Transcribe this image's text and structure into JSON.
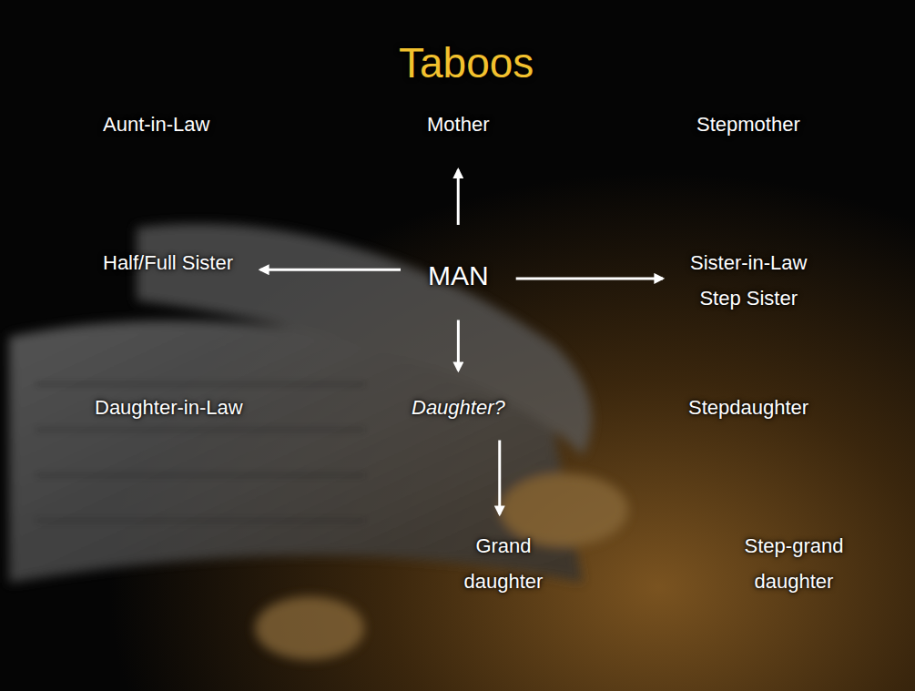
{
  "diagram": {
    "title": "Taboos",
    "nodes": [
      {
        "text": [
          "Mother"
        ]
      },
      {
        "text": [
          "Half/Full Sister"
        ]
      },
      {
        "text": [
          "MAN"
        ]
      },
      {
        "text": [
          "Sister-in-Law",
          "Step Sister"
        ]
      },
      {
        "text": [
          "Daughter?"
        ]
      },
      {
        "text": [
          "Grand daughter"
        ]
      }
    ],
    "edges": [
      {
        "from": 2,
        "to": 0,
        "arrow": "to"
      },
      {
        "from": 2,
        "to": 1,
        "arrow": "to"
      },
      {
        "from": 2,
        "to": 3,
        "arrow": "to"
      },
      {
        "from": 2,
        "to": 4,
        "arrow": "to"
      },
      {
        "from": 4,
        "to": 5,
        "arrow": "to"
      }
    ],
    "labels": [
      "Aunt-in-Law",
      "Stepmother",
      "Daughter-in-Law",
      "Stepdaughter",
      "Step-grand daughter"
    ]
  }
}
